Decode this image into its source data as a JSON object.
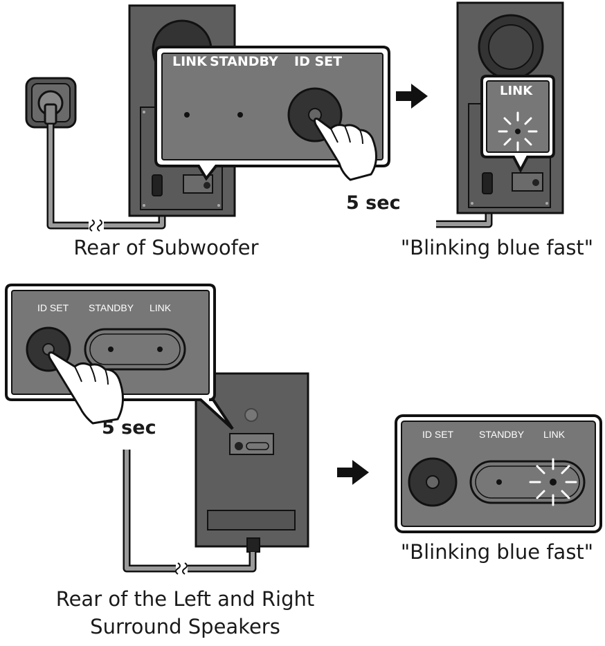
{
  "step1": {
    "panel_labels": {
      "link": "LINK",
      "standby": "STANDBY",
      "id_set": "ID SET"
    },
    "duration": "5 sec",
    "caption": "Rear of Subwoofer"
  },
  "step2": {
    "panel_label": "LINK",
    "caption": "\"Blinking blue fast\""
  },
  "step3": {
    "panel_labels": {
      "id_set": "ID SET",
      "standby": "STANDBY",
      "link": "LINK"
    },
    "duration": "5 sec",
    "caption_line1": "Rear of the Left and Right",
    "caption_line2": "Surround Speakers"
  },
  "step4": {
    "panel_labels": {
      "id_set": "ID SET",
      "standby": "STANDBY",
      "link": "LINK"
    },
    "caption": "\"Blinking blue fast\""
  },
  "colors": {
    "device_body": "#5e5e5e",
    "panel_bg": "#777777",
    "outline": "#111111",
    "cable": "#9a9a9a",
    "wall_plate": "#555555"
  },
  "icons": [
    "power-outlet-icon",
    "hand-pointer-icon",
    "arrow-right-icon",
    "blink-rays-icon",
    "squiggle-break-icon"
  ]
}
